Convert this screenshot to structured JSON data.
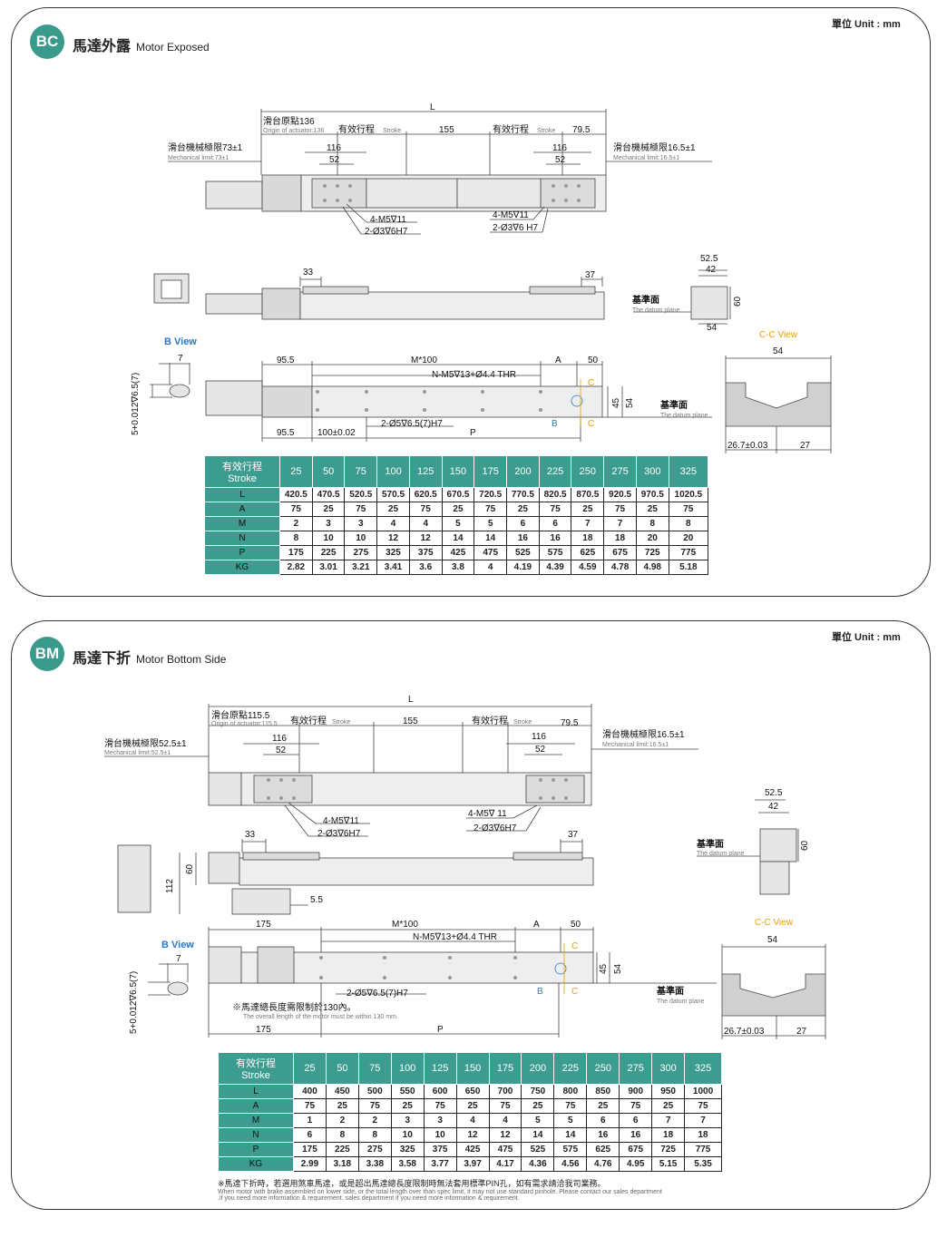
{
  "unit_label": "單位 Unit : mm",
  "bc": {
    "badge": "BC",
    "title_zh": "馬達外露",
    "title_en": "Motor Exposed",
    "dims": {
      "L": "L",
      "origin_zh": "滑台原點136",
      "origin_en": "Origin of actuator:136",
      "stroke_zh": "有效行程",
      "stroke_en": "Stroke",
      "d155": "155",
      "stroke2_zh": "有效行程",
      "stroke2_en": "Stroke",
      "d795": "79.5",
      "mech_left_zh": "滑台機械極限73±1",
      "mech_left_en": "Mechanical limit:73±1",
      "mech_right_zh": "滑台機械極限16.5±1",
      "mech_right_en": "Mechanical limit:16.5±1",
      "d116a": "116",
      "d52a": "52",
      "d116b": "116",
      "d52b": "52",
      "m5a": "4-M5∇11",
      "pin_a": "2-Ø3∇6H7",
      "m5b": "4-M5∇11",
      "pin_b": "2-Ø3∇6 H7",
      "d33": "33",
      "d37": "37",
      "d525": "52.5",
      "d42": "42",
      "d60": "60",
      "d54s": "54",
      "datum_zh": "基準面",
      "datum_en": "The datum plane",
      "cc_view": "C-C View",
      "d54": "54",
      "b_view": "B View",
      "d7": "7",
      "bv_tol": "5+0.012∇6.5(7)",
      "d955": "95.5",
      "m100": "M*100",
      "dA": "A",
      "d50": "50",
      "n_thr": "N-M5∇13+Ø4.4 THR",
      "c1": "C",
      "c2": "C",
      "b_mark": "B",
      "d45": "45",
      "d54b": "54",
      "pin_c": "2-Ø5∇6.5(7)H7",
      "d955b": "95.5",
      "d100": "100±0.02",
      "dP": "P",
      "datum2_zh": "基準面",
      "datum2_en": "The datum plane",
      "d267": "26.7±0.03",
      "d27": "27"
    },
    "table": {
      "header": "有效行程",
      "header_en": "Stroke",
      "strokes": [
        "25",
        "50",
        "75",
        "100",
        "125",
        "150",
        "175",
        "200",
        "225",
        "250",
        "275",
        "300",
        "325"
      ],
      "rows": [
        {
          "label": "L",
          "values": [
            "420.5",
            "470.5",
            "520.5",
            "570.5",
            "620.5",
            "670.5",
            "720.5",
            "770.5",
            "820.5",
            "870.5",
            "920.5",
            "970.5",
            "1020.5"
          ]
        },
        {
          "label": "A",
          "values": [
            "75",
            "25",
            "75",
            "25",
            "75",
            "25",
            "75",
            "25",
            "75",
            "25",
            "75",
            "25",
            "75"
          ]
        },
        {
          "label": "M",
          "values": [
            "2",
            "3",
            "3",
            "4",
            "4",
            "5",
            "5",
            "6",
            "6",
            "7",
            "7",
            "8",
            "8"
          ]
        },
        {
          "label": "N",
          "values": [
            "8",
            "10",
            "10",
            "12",
            "12",
            "14",
            "14",
            "16",
            "16",
            "18",
            "18",
            "20",
            "20"
          ]
        },
        {
          "label": "P",
          "values": [
            "175",
            "225",
            "275",
            "325",
            "375",
            "425",
            "475",
            "525",
            "575",
            "625",
            "675",
            "725",
            "775"
          ]
        },
        {
          "label": "KG",
          "values": [
            "2.82",
            "3.01",
            "3.21",
            "3.41",
            "3.6",
            "3.8",
            "4",
            "4.19",
            "4.39",
            "4.59",
            "4.78",
            "4.98",
            "5.18"
          ]
        }
      ]
    }
  },
  "bm": {
    "badge": "BM",
    "title_zh": "馬達下折",
    "title_en": "Motor Bottom Side",
    "dims": {
      "L": "L",
      "origin_zh": "滑台原點115.5",
      "origin_en": "Origin of actuator:115.5",
      "stroke_zh": "有效行程",
      "stroke_en": "Stroke",
      "d155": "155",
      "stroke2_zh": "有效行程",
      "stroke2_en": "Stroke",
      "d795": "79.5",
      "mech_left_zh": "滑台機械極限52.5±1",
      "mech_left_en": "Mechanical limit:52.5±1",
      "mech_right_zh": "滑台機械極限16.5±1",
      "mech_right_en": "Mechanical limit:16.5±1",
      "d116a": "116",
      "d52a": "52",
      "d116b": "116",
      "d52b": "52",
      "m5a": "4-M5∇11",
      "pin_a": "2-Ø3∇6H7",
      "m5b": "4-M5∇ 11",
      "pin_b": "2-Ø3∇6H7",
      "d33": "33",
      "d37": "37",
      "d112": "112",
      "d60": "60",
      "d55": "5.5",
      "d525": "52.5",
      "d42": "42",
      "d60r": "60",
      "datum_zh": "基準面",
      "datum_en": "The datum plane",
      "cc_view": "C-C View",
      "d54": "54",
      "b_view": "B View",
      "d7": "7",
      "bv_tol": "5+0.012∇6.5(7)",
      "d175": "175",
      "m100": "M*100",
      "dA": "A",
      "d50": "50",
      "n_thr": "N-M5∇13+Ø4.4 THR",
      "c1": "C",
      "c2": "C",
      "b_mark": "B",
      "d45": "45",
      "d54b": "54",
      "pin_c": "2-Ø5∇6.5(7)H7",
      "motor_note_zh": "※馬達總長度需限制於130內。",
      "motor_note_en": "The overall length of the motor must be within 130 mm.",
      "d175b": "175",
      "dP": "P",
      "datum2_zh": "基準面",
      "datum2_en": "The datum plane",
      "d267": "26.7±0.03",
      "d27": "27"
    },
    "table": {
      "header": "有效行程",
      "header_en": "Stroke",
      "strokes": [
        "25",
        "50",
        "75",
        "100",
        "125",
        "150",
        "175",
        "200",
        "225",
        "250",
        "275",
        "300",
        "325"
      ],
      "rows": [
        {
          "label": "L",
          "values": [
            "400",
            "450",
            "500",
            "550",
            "600",
            "650",
            "700",
            "750",
            "800",
            "850",
            "900",
            "950",
            "1000"
          ]
        },
        {
          "label": "A",
          "values": [
            "75",
            "25",
            "75",
            "25",
            "75",
            "25",
            "75",
            "25",
            "75",
            "25",
            "75",
            "25",
            "75"
          ]
        },
        {
          "label": "M",
          "values": [
            "1",
            "2",
            "2",
            "3",
            "3",
            "4",
            "4",
            "5",
            "5",
            "6",
            "6",
            "7",
            "7"
          ]
        },
        {
          "label": "N",
          "values": [
            "6",
            "8",
            "8",
            "10",
            "10",
            "12",
            "12",
            "14",
            "14",
            "16",
            "16",
            "18",
            "18"
          ]
        },
        {
          "label": "P",
          "values": [
            "175",
            "225",
            "275",
            "325",
            "375",
            "425",
            "475",
            "525",
            "575",
            "625",
            "675",
            "725",
            "775"
          ]
        },
        {
          "label": "KG",
          "values": [
            "2.99",
            "3.18",
            "3.38",
            "3.58",
            "3.77",
            "3.97",
            "4.17",
            "4.36",
            "4.56",
            "4.76",
            "4.95",
            "5.15",
            "5.35"
          ]
        }
      ]
    },
    "footnote_zh": "※馬達下折時，若選用煞車馬達，或是超出馬達總長度限制時無法套用標準PIN孔，如有需求請洽我司業務。",
    "footnote_en1": "When motor with brake assembled on lower side, or the total length over than spec limit, it may not use standard pinhole. Please contact our sales department",
    "footnote_en2": ".if you need more information & requirement. sales department if you need more information & requirement."
  }
}
